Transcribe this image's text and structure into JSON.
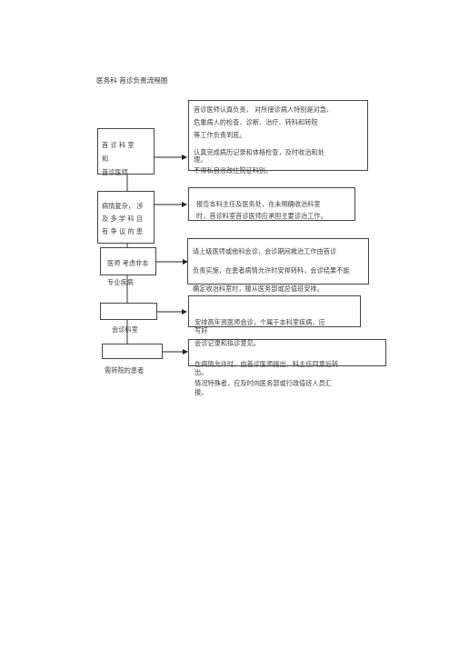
{
  "title": "医务科 首诊负责流程图",
  "left": {
    "box1": {
      "line1": "首 诊 科 室",
      "line2": "和",
      "line3": "首诊医师"
    },
    "box2": {
      "line1": "病情复杂，  涉",
      "line2": "及 多 学 科 且",
      "line3": "有 争 议 的 患"
    },
    "box3": {
      "line1": "医师  考虑非本",
      "line2": "专业疾病"
    },
    "box4": {
      "label": "会诊科室"
    },
    "box5": {
      "label": "需转院的患者"
    }
  },
  "right": {
    "box1": [
      "首诊医师认真负责，      对所接诊病人特别是对急、",
      "危重病人的检查、诊断、治疗、转科和转院",
      "等工作负责到底。",
      "认真完成病历记录和体格检查，及时收治和处",
      "理。",
      "不得私自涂改住院证科别。"
    ],
    "box2": [
      "报告本科主任及医务处，在未明确收治科室",
      "时，首诊科室首诊医师应承担主要诊治工作。"
    ],
    "box3": [
      "请上级医师或他科会诊，会诊期间救治工作由首诊",
      "负责实施，在患者病情允许时安排转科，会诊结果不能",
      "确定收治科室时，服从医务部或总值班安排。"
    ],
    "box4": [
      "安排高年资医师会诊，个属于本科室疾病，应",
      "写好"
    ],
    "box5": [
      "会诊记录和拟诊意见。",
      "在病情允许时，由首诊医师提出，科主任同意后转",
      "出。",
      "情况特殊者，应及时向医务部或行政值班人员汇",
      "报。"
    ]
  }
}
